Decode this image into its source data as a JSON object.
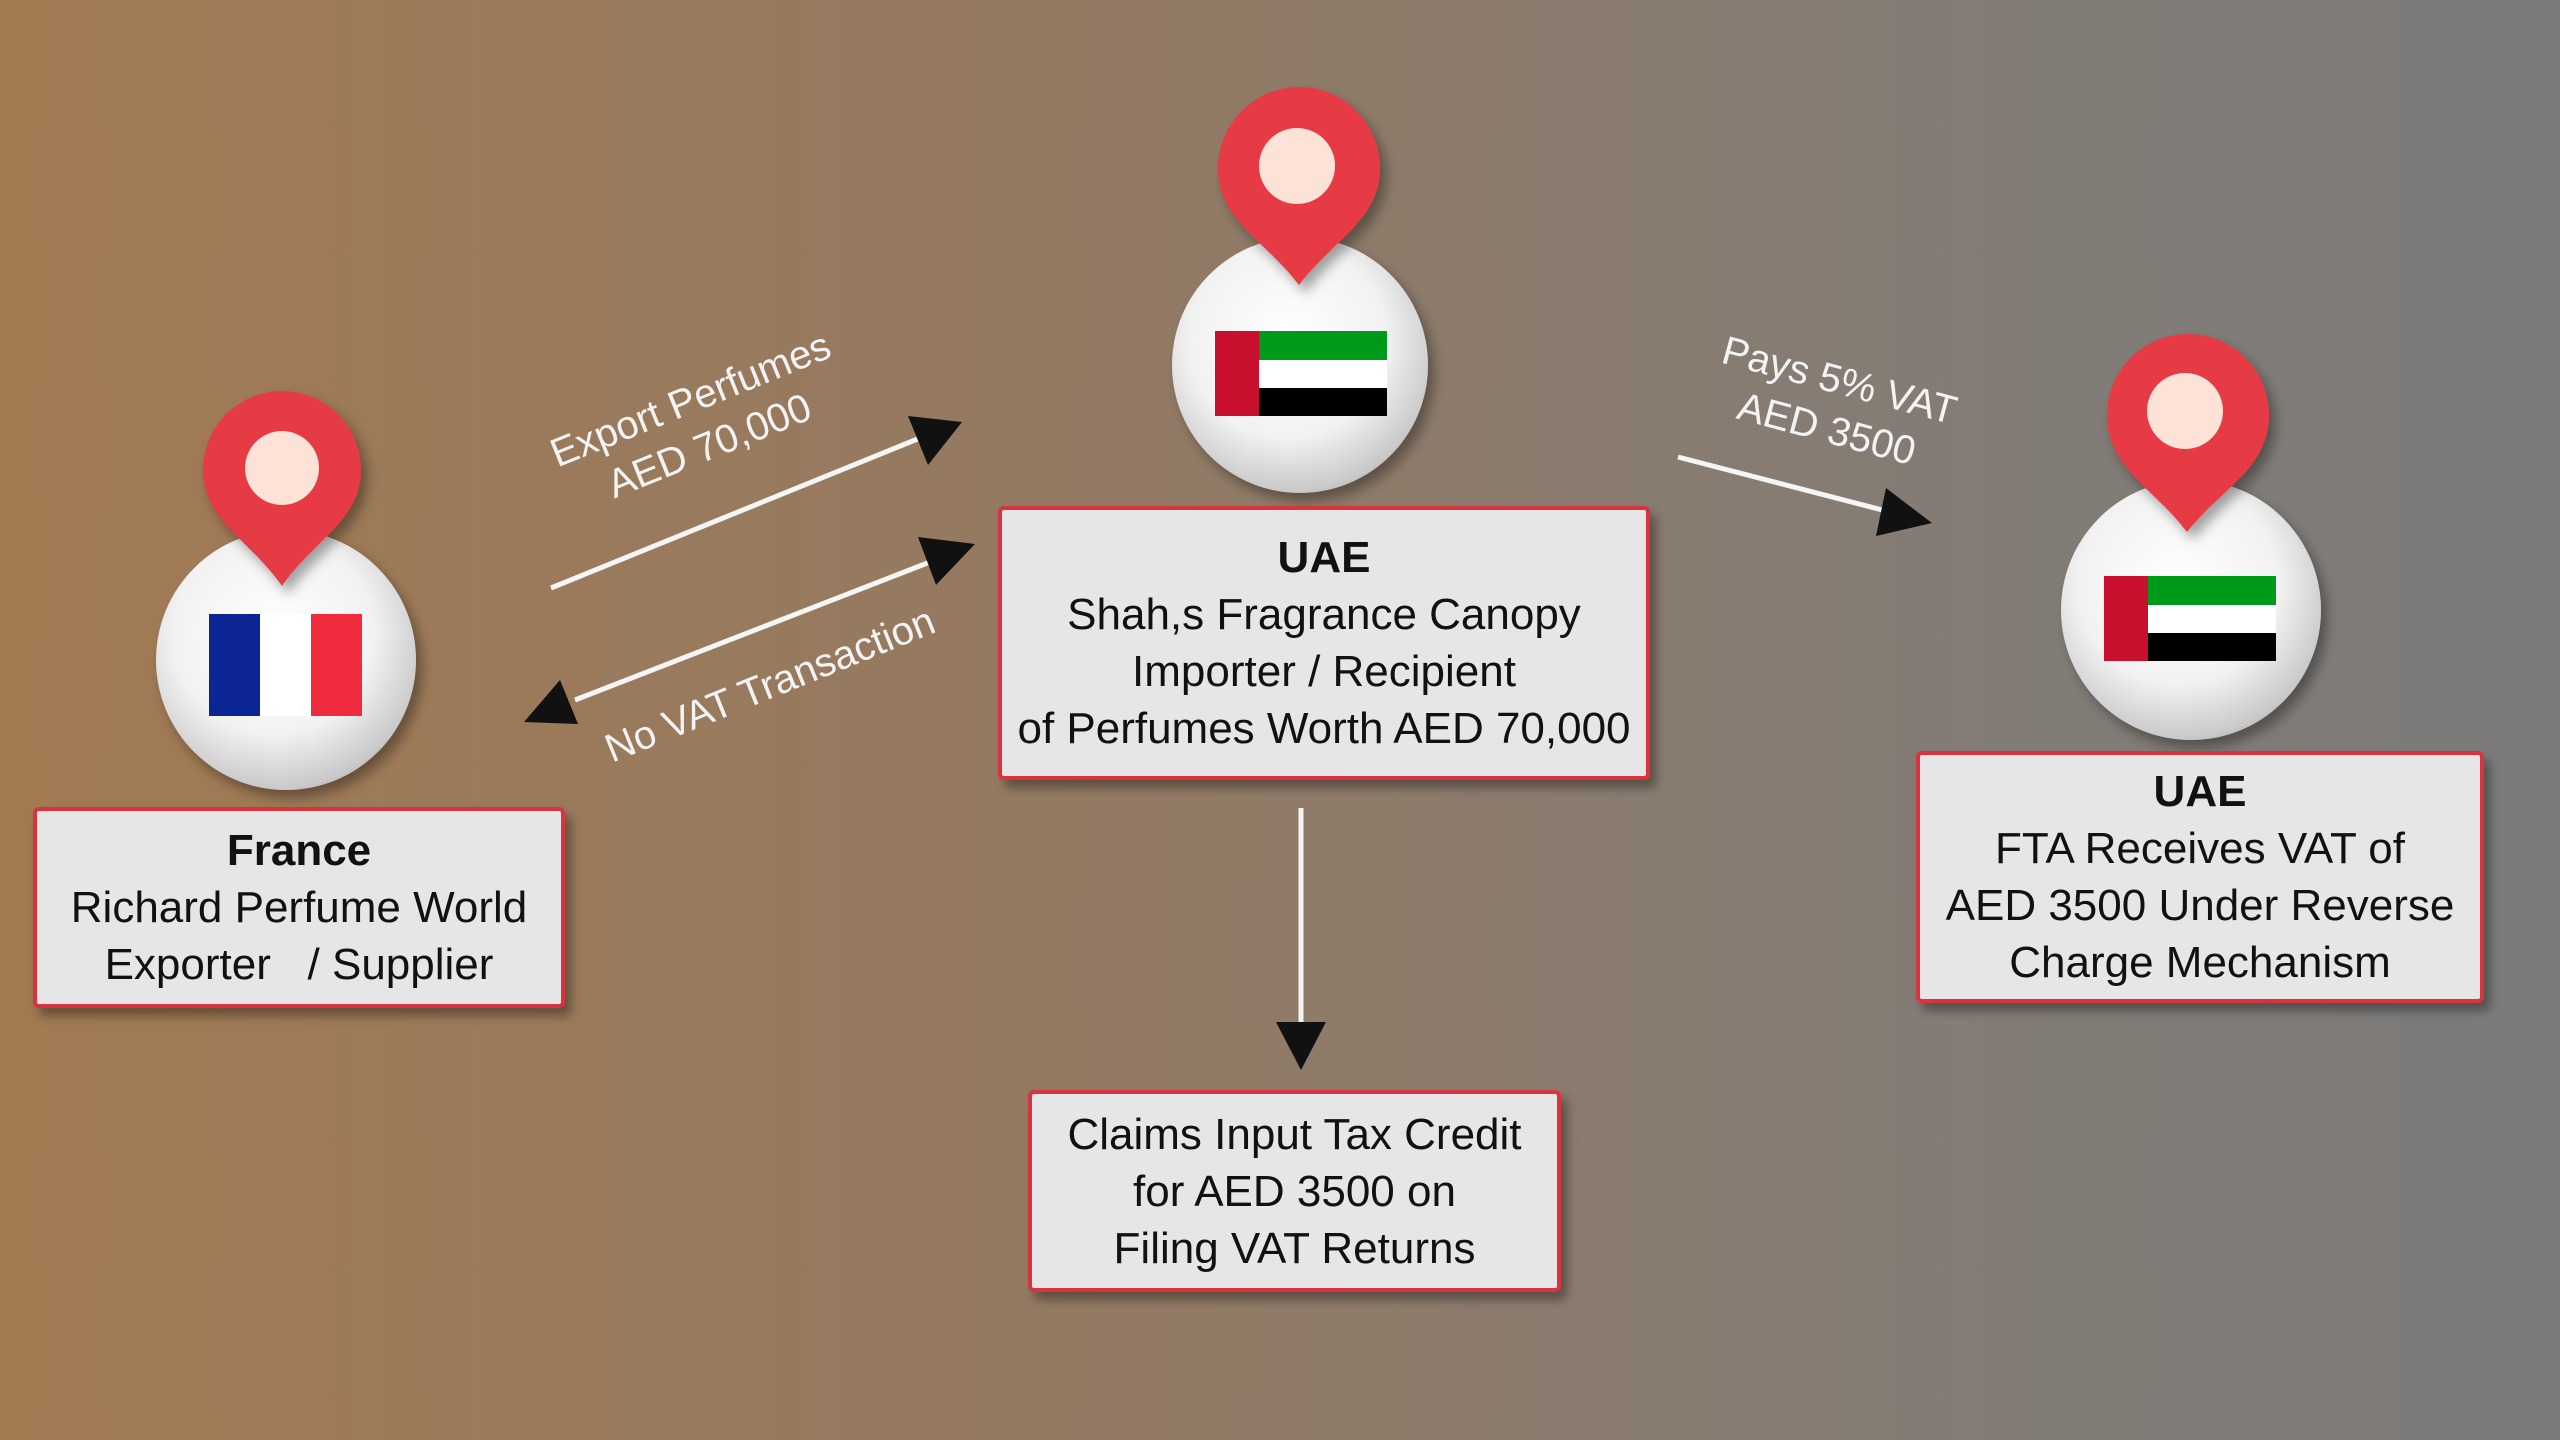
{
  "colors": {
    "box_border": "#d8333f",
    "box_fill": "#e6e6e6",
    "pin_red": "#e63b45",
    "arrow_line": "#f5f5f5",
    "arrow_head": "#111111",
    "flag_france": [
      "#0b2594",
      "#ffffff",
      "#ef2b3d"
    ],
    "flag_uae": [
      "#c8102e",
      "#009a1a",
      "#ffffff",
      "#000000"
    ]
  },
  "nodes": {
    "france": {
      "icon": "france-flag-pin",
      "title": "France",
      "line1": "Richard Perfume World",
      "line2": "Exporter   / Supplier"
    },
    "importer": {
      "icon": "uae-flag-pin",
      "title": "UAE",
      "line1": "Shah,s Fragrance Canopy",
      "line2": "Importer / Recipient",
      "line3": "of Perfumes Worth AED 70,000"
    },
    "fta": {
      "icon": "uae-flag-pin",
      "title": "UAE",
      "line1": "FTA Receives VAT of",
      "line2": "AED 3500 Under Reverse",
      "line3": "Charge Mechanism"
    },
    "credit": {
      "line1": "Claims Input Tax Credit",
      "line2": "for AED 3500 on",
      "line3": "Filing VAT Returns"
    }
  },
  "edges": {
    "export": {
      "line1": "Export Perfumes",
      "line2": "AED 70,000"
    },
    "no_vat": {
      "line1": "No VAT Transaction"
    },
    "pays_vat": {
      "line1": "Pays 5% VAT",
      "line2": "AED 3500"
    }
  }
}
